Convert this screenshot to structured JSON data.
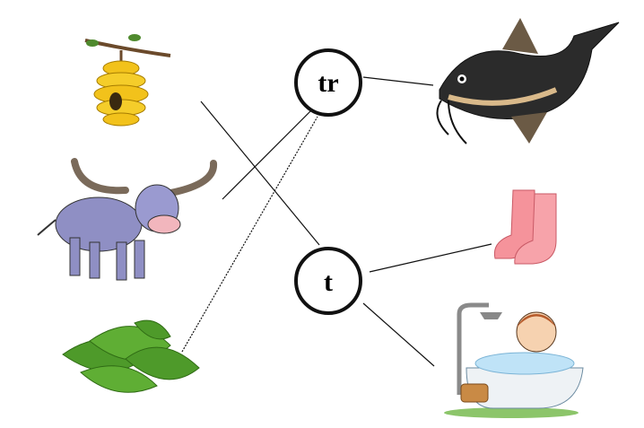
{
  "hubs": [
    {
      "id": "tr",
      "label": "tr"
    },
    {
      "id": "t",
      "label": "t"
    }
  ],
  "pictures": [
    {
      "name": "beehive",
      "icon": "beehive-icon"
    },
    {
      "name": "water-buffalo",
      "icon": "buffalo-icon"
    },
    {
      "name": "betel-leaves",
      "icon": "leaves-icon"
    },
    {
      "name": "catfish",
      "icon": "catfish-icon"
    },
    {
      "name": "socks",
      "icon": "socks-icon"
    },
    {
      "name": "child-bathing",
      "icon": "bathtub-icon"
    }
  ],
  "connections": [
    {
      "from": "beehive",
      "to": "t"
    },
    {
      "from": "water-buffalo",
      "to": "tr"
    },
    {
      "from": "betel-leaves",
      "to": "tr"
    },
    {
      "from": "tr",
      "to": "catfish"
    },
    {
      "from": "t",
      "to": "socks"
    },
    {
      "from": "t",
      "to": "child-bathing"
    }
  ]
}
